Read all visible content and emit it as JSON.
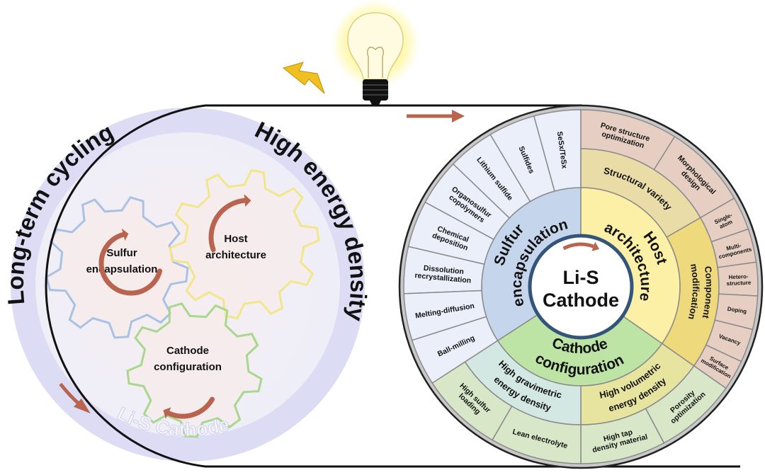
{
  "left": {
    "arc_labels": {
      "long_term": "Long-term cycling",
      "high_energy": "High energy density",
      "lis_cathode": "Li-S Cathode"
    },
    "gears": {
      "sulfur": [
        "Sulfur",
        "encapsulation"
      ],
      "host": [
        "Host",
        "architecture"
      ],
      "cathode": [
        "Cathode",
        "configuration"
      ]
    }
  },
  "wheel": {
    "center": [
      "Li-S",
      "Cathode"
    ],
    "sulfur": {
      "label": [
        "Sulfur",
        "encapsulation"
      ],
      "outer": [
        {
          "lines": [
            "SeSx/TeSx"
          ]
        },
        {
          "lines": [
            "Sulfides"
          ]
        },
        {
          "lines": [
            "Lithium sulfide"
          ]
        },
        {
          "lines": [
            "Organosulfur",
            "copolymers"
          ]
        },
        {
          "lines": [
            "Chemical",
            "deposition"
          ]
        },
        {
          "lines": [
            "Dissolution",
            "recrystallization"
          ]
        },
        {
          "lines": [
            "Melting-diffusion"
          ]
        },
        {
          "lines": [
            "Ball-milling"
          ]
        }
      ]
    },
    "host": {
      "label": [
        "Host",
        "architecture"
      ],
      "structural": "Structural variety",
      "component": [
        "Component",
        "modification"
      ],
      "outer": [
        {
          "lines": [
            "Pore structure",
            "optimization"
          ]
        },
        {
          "lines": [
            "Morphological",
            "design"
          ]
        },
        {
          "lines": [
            "Single-",
            "atom"
          ]
        },
        {
          "lines": [
            "Multi-",
            "components"
          ]
        },
        {
          "lines": [
            "Hetero-",
            "structure"
          ]
        },
        {
          "lines": [
            "Doping"
          ]
        },
        {
          "lines": [
            "Vacancy"
          ]
        },
        {
          "lines": [
            "Surface",
            "modification"
          ]
        }
      ]
    },
    "cathode": {
      "label": [
        "Cathode",
        "configuration"
      ],
      "volumetric": [
        "High volumetric",
        "energy density"
      ],
      "gravimetric": [
        "High gravimetric",
        "energy density"
      ],
      "outer": [
        {
          "lines": [
            "Porosity",
            "optimization"
          ]
        },
        {
          "lines": [
            "High tap",
            "density material"
          ]
        },
        {
          "lines": [
            "Lean electrolyte"
          ]
        },
        {
          "lines": [
            "High sulfur",
            "loading"
          ]
        }
      ]
    }
  },
  "colors": {
    "sulfur_inner": "#c5d5ec",
    "sulfur_outer": "#eaeff9",
    "host_inner": "#fcefa6",
    "host_struct": "#e9dca6",
    "host_comp": "#eed97c",
    "host_outer": "#e6cfc2",
    "cathode_inner": "#bde4a4",
    "cathode_vol": "#e6e49e",
    "cathode_grav": "#d3e8e2",
    "cathode_outer": "#d8e7c8",
    "arrow": "#b8644f",
    "lavender": "#dcdcf4"
  }
}
